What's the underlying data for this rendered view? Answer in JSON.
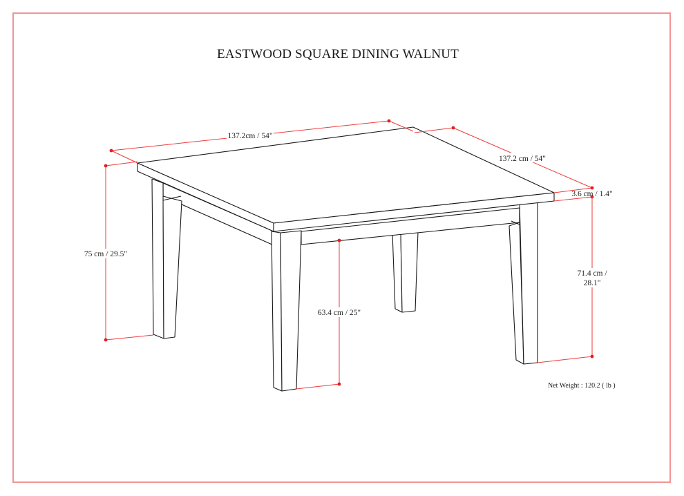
{
  "title": "EASTWOOD SQUARE DINING WALNUT",
  "dimensions": {
    "width": "137.2cm / 54\"",
    "depth": "137.2 cm / 54\"",
    "top_thickness": "3.6 cm / 1.4\"",
    "overall_height": "75 cm / 29.5\"",
    "apron_clearance": "63.4 cm / 25\"",
    "leg_height_line1": "71.4 cm /",
    "leg_height_line2": "28.1\""
  },
  "net_weight": "Net Weight : 120.2 ( lb )",
  "colors": {
    "frame": "#f29393",
    "dimension_line": "#ee3b3b",
    "dimension_dot": "#e21f1f",
    "drawing_line": "#1a1a1a"
  }
}
